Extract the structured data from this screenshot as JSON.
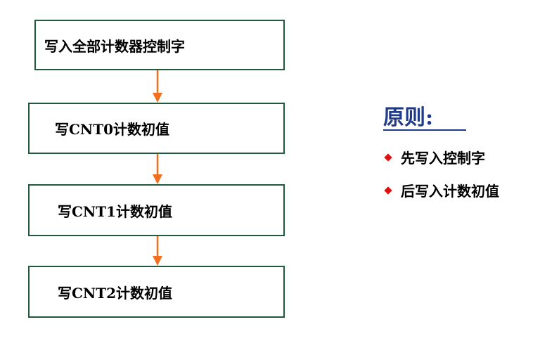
{
  "flow": {
    "steps": [
      {
        "label": "写入全部计数器控制字"
      },
      {
        "label": "写CNT0计数初值"
      },
      {
        "label": "写CNT1计数初值"
      },
      {
        "label": "写CNT2计数初值"
      }
    ],
    "box_border_color": "#1f5a3c",
    "arrow_color": "#f07020"
  },
  "principles": {
    "title": "原则:",
    "title_color": "#1f3a8a",
    "bullet_color": "#e01010",
    "bullet_icon": "diamond-bullet-icon",
    "items": [
      {
        "text": "先写入控制字"
      },
      {
        "text": "后写入计数初值"
      }
    ]
  }
}
